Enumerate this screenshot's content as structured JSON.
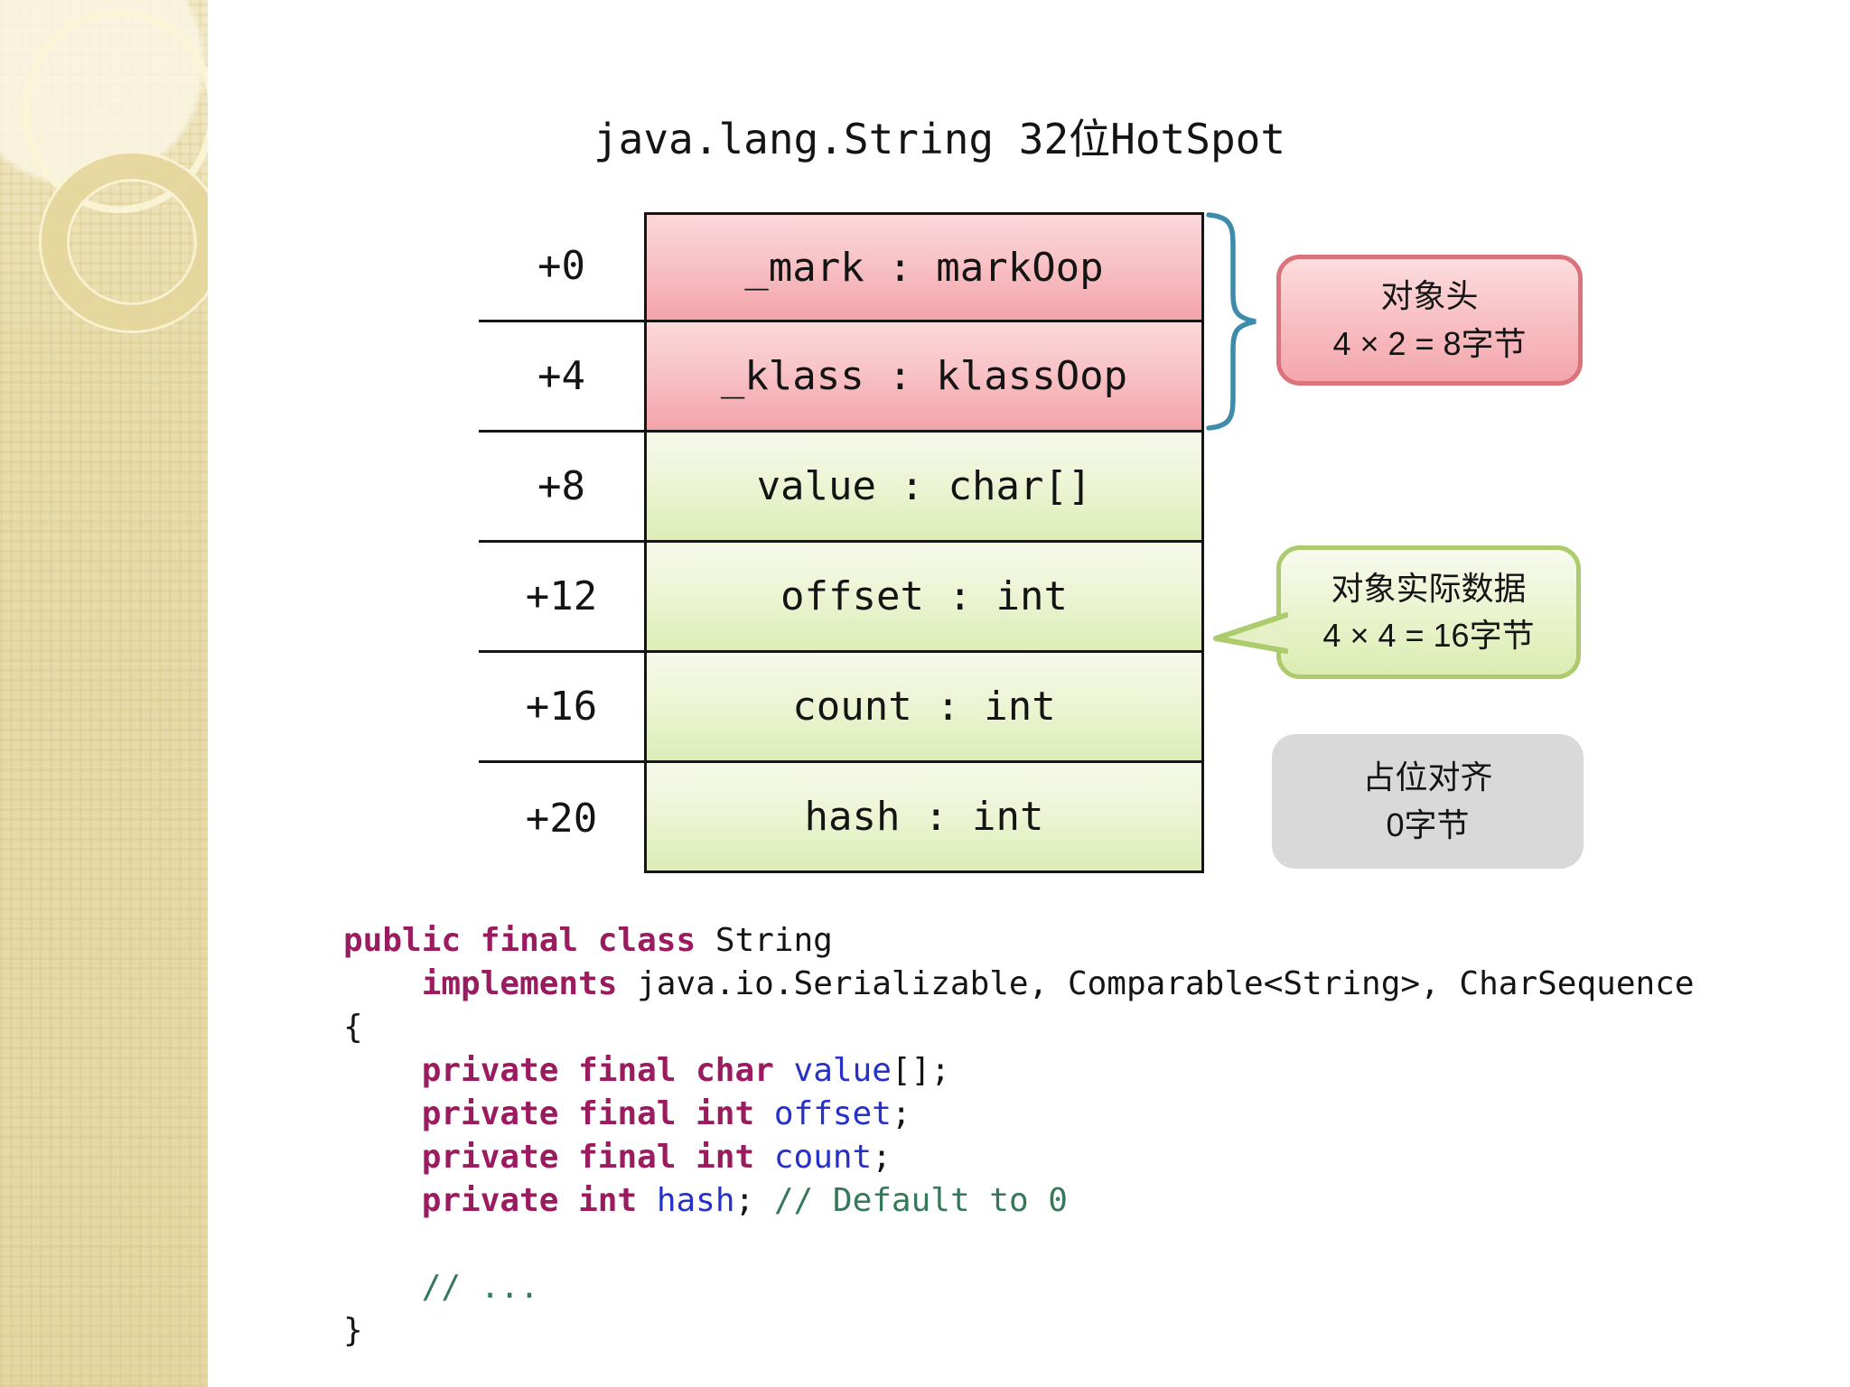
{
  "slide": {
    "title": "java.lang.String 32位HotSpot"
  },
  "memory_table": {
    "rows": [
      {
        "offset": "+0",
        "field": "_mark : markOop",
        "group": "header"
      },
      {
        "offset": "+4",
        "field": "_klass : klassOop",
        "group": "header"
      },
      {
        "offset": "+8",
        "field": "value : char[]",
        "group": "data"
      },
      {
        "offset": "+12",
        "field": "offset : int",
        "group": "data"
      },
      {
        "offset": "+16",
        "field": "count : int",
        "group": "data"
      },
      {
        "offset": "+20",
        "field": "hash : int",
        "group": "data"
      }
    ]
  },
  "callouts": {
    "object_header": {
      "line1": "对象头",
      "line2": "4 × 2 = 8字节"
    },
    "object_data": {
      "line1": "对象实际数据",
      "line2": "4 × 4 = 16字节"
    },
    "padding": {
      "line1": "占位对齐",
      "line2": "0字节"
    }
  },
  "code": {
    "lines": [
      [
        {
          "t": "public final class",
          "c": "kw"
        },
        {
          "t": " String",
          "c": "pl"
        }
      ],
      [
        {
          "t": "    ",
          "c": "pl"
        },
        {
          "t": "implements",
          "c": "kw"
        },
        {
          "t": " java.io.Serializable, Comparable<String>, CharSequence",
          "c": "pl"
        }
      ],
      [
        {
          "t": "{",
          "c": "pl"
        }
      ],
      [
        {
          "t": "    ",
          "c": "pl"
        },
        {
          "t": "private final char",
          "c": "kw"
        },
        {
          "t": " ",
          "c": "pl"
        },
        {
          "t": "value",
          "c": "id"
        },
        {
          "t": "[];",
          "c": "pl"
        }
      ],
      [
        {
          "t": "    ",
          "c": "pl"
        },
        {
          "t": "private final int",
          "c": "kw"
        },
        {
          "t": " ",
          "c": "pl"
        },
        {
          "t": "offset",
          "c": "id"
        },
        {
          "t": ";",
          "c": "pl"
        }
      ],
      [
        {
          "t": "    ",
          "c": "pl"
        },
        {
          "t": "private final int",
          "c": "kw"
        },
        {
          "t": " ",
          "c": "pl"
        },
        {
          "t": "count",
          "c": "id"
        },
        {
          "t": ";",
          "c": "pl"
        }
      ],
      [
        {
          "t": "    ",
          "c": "pl"
        },
        {
          "t": "private int",
          "c": "kw"
        },
        {
          "t": " ",
          "c": "pl"
        },
        {
          "t": "hash",
          "c": "id"
        },
        {
          "t": "; ",
          "c": "pl"
        },
        {
          "t": "// Default to 0",
          "c": "cm"
        }
      ],
      [],
      [
        {
          "t": "    ",
          "c": "pl"
        },
        {
          "t": "// ...",
          "c": "cm"
        }
      ],
      [
        {
          "t": "}",
          "c": "pl"
        }
      ]
    ]
  },
  "colors": {
    "keyword": "#9b1b61",
    "identifier": "#2531c9",
    "comment": "#35785a",
    "brace": "#3e8cac",
    "header-cell-top": "#fbd8da",
    "header-cell-bottom": "#f3a4a9",
    "data-cell-top": "#f6f9e9",
    "data-cell-bottom": "#dcedb6",
    "pink-border": "#dc737b",
    "green-border": "#accb6d",
    "gray-fill": "#d9d9d9"
  }
}
